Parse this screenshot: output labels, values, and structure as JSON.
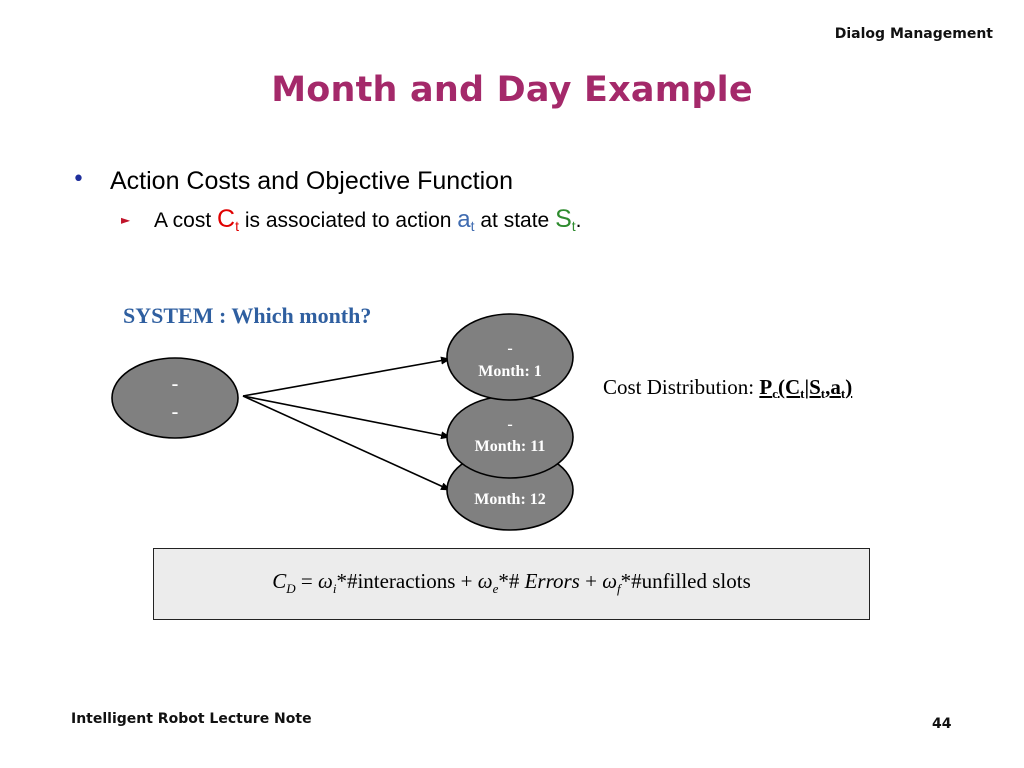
{
  "header": {
    "section_label": "Dialog Management"
  },
  "slide": {
    "title": "Month and Day Example"
  },
  "bullets": {
    "main": "Action Costs and Objective Function",
    "sub": {
      "prefix": "A cost ",
      "c_symbol": "C",
      "c_sub": "t",
      "middle": " is associated to action ",
      "a_symbol": "a",
      "a_sub": "t",
      "state_text": " at state ",
      "s_symbol": "S",
      "s_sub": "t",
      "suffix": "."
    }
  },
  "diagram": {
    "system_prompt": "SYSTEM : Which month?",
    "source_node": {
      "line1": "-",
      "line2": "-"
    },
    "target_nodes": [
      {
        "line1": "-",
        "line2": "Month: 1"
      },
      {
        "line1": "-",
        "line2": "Month: 11"
      },
      {
        "line1": "",
        "line2": "Month: 12"
      }
    ]
  },
  "cost_distribution": {
    "label": "Cost Distribution: ",
    "p": "P",
    "p_sub": "c",
    "open": "(C",
    "c_sub": "t",
    "bar_s": "|S",
    "s_sub": "t",
    "comma_a": ",a",
    "a_sub": "t",
    "close": ")"
  },
  "formula": {
    "lhs": "C",
    "lhs_sub": "D",
    "eq": " = ",
    "w1": "ω",
    "w1_sub": "i",
    "term1": "*#interactions + ",
    "w2": "ω",
    "w2_sub": "e",
    "term2": "*# ",
    "errors": "Errors",
    "plus": " + ",
    "w3": "ω",
    "w3_sub": "f",
    "term3": "*#unfilled slots"
  },
  "footer": {
    "left": "Intelligent Robot Lecture Note",
    "page": "44"
  },
  "colors": {
    "title": "#a4296a",
    "bullet": "#1f2f9c",
    "system_label": "#2f5fa0",
    "node_fill": "#808080",
    "c_red": "#e00000",
    "a_blue": "#3f6bb0",
    "s_green": "#2e8b2e"
  }
}
